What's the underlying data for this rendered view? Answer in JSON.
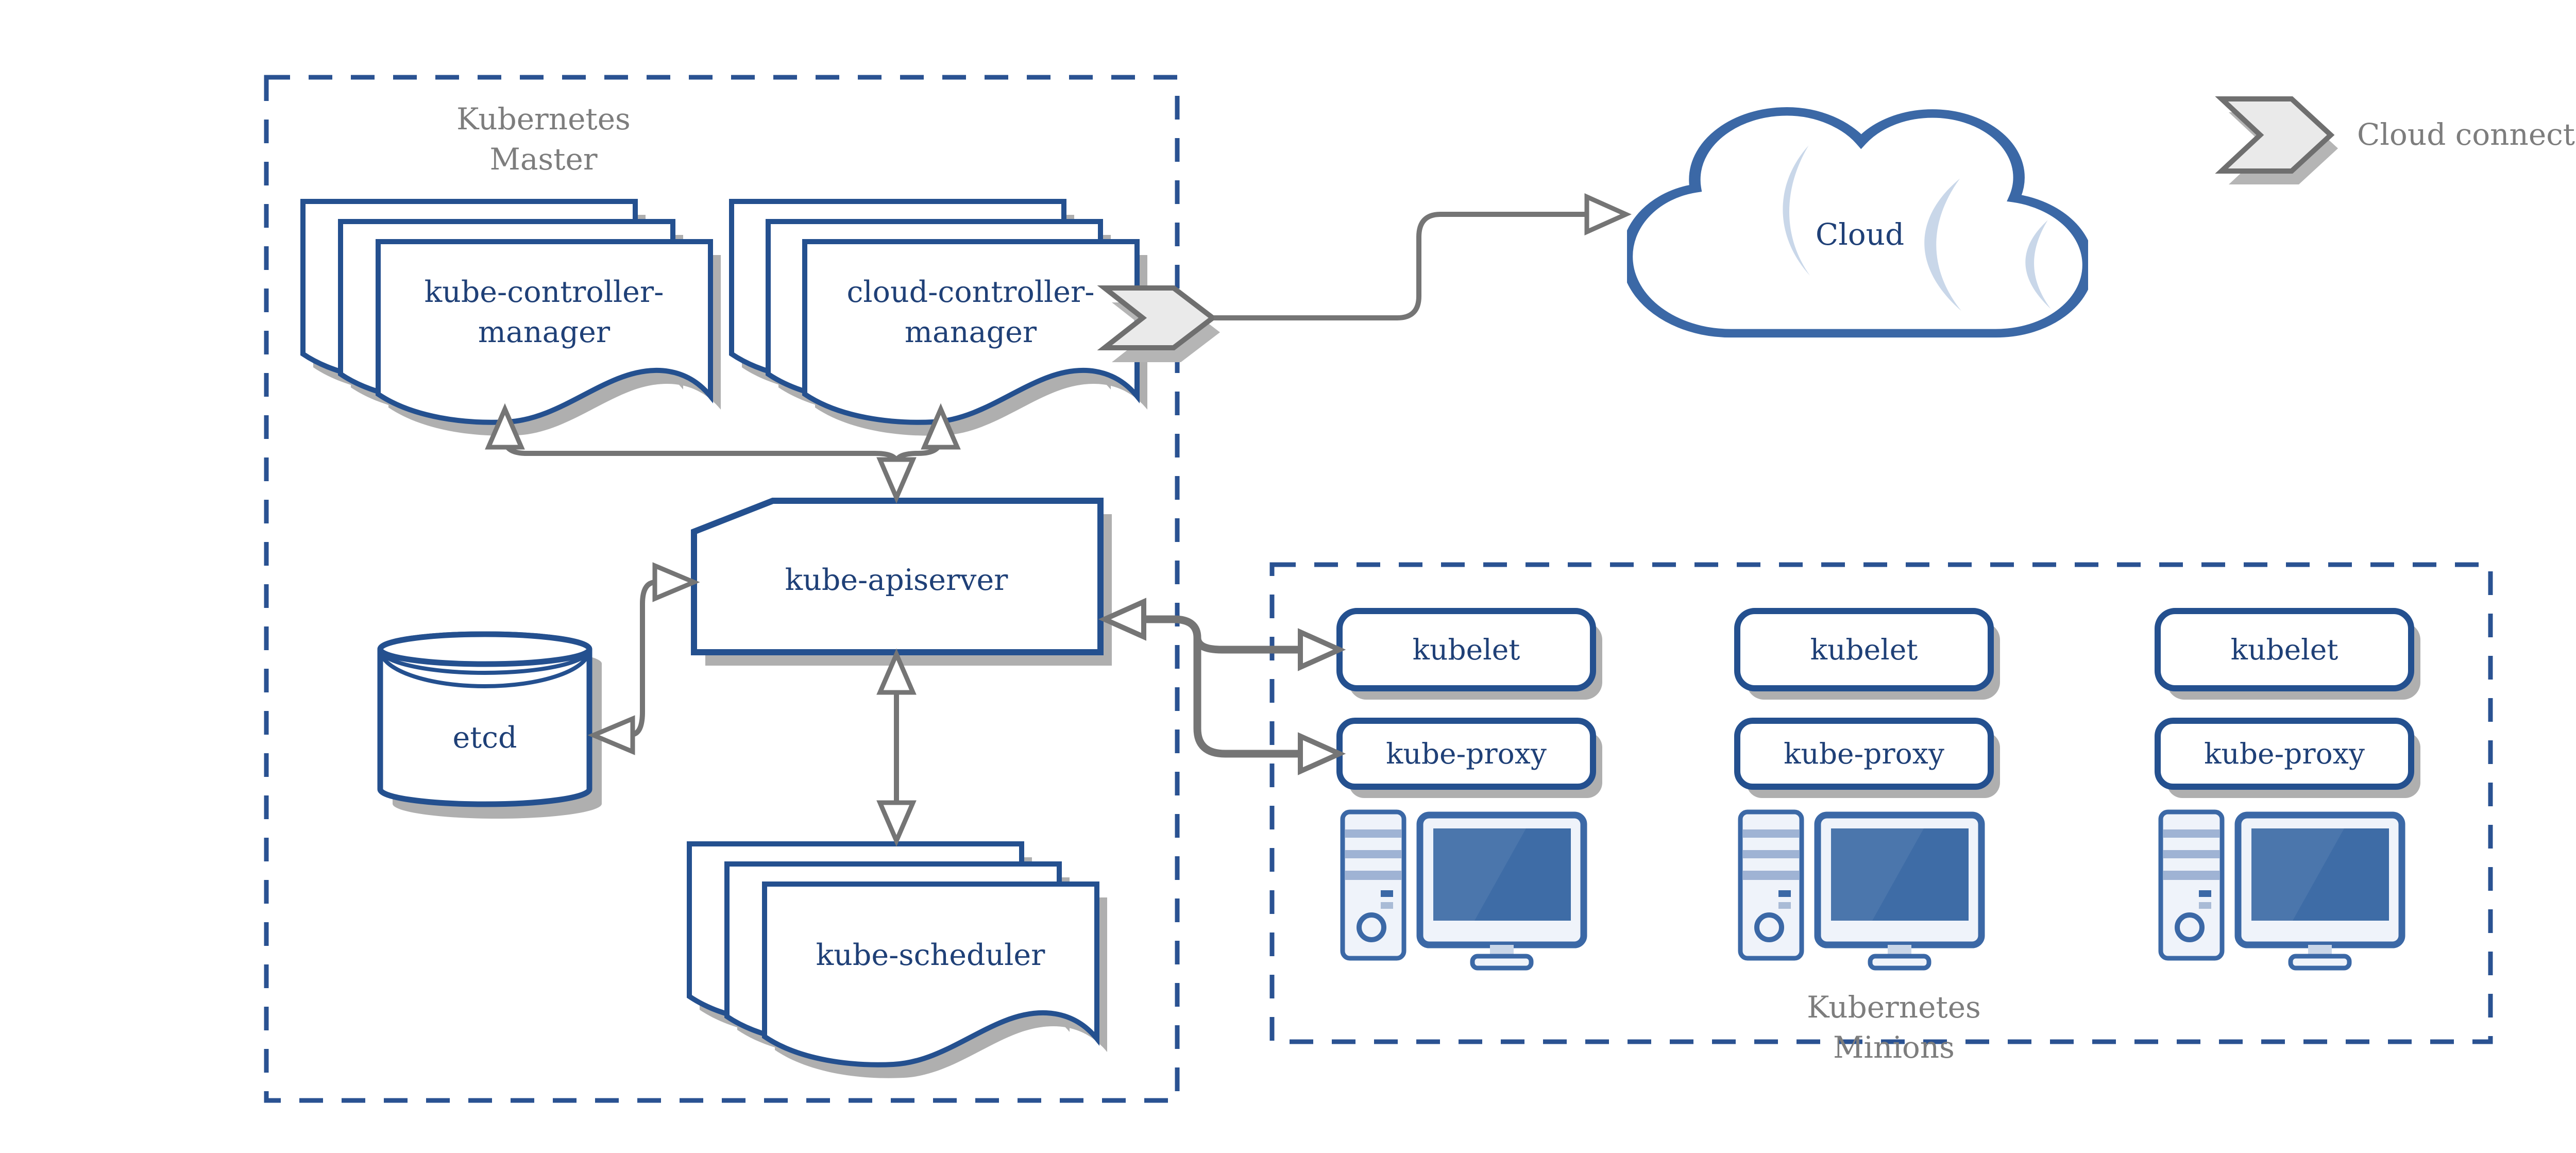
{
  "master": {
    "title_line1": "Kubernetes",
    "title_line2": "Master",
    "kube_controller_manager_line1": "kube-controller-",
    "kube_controller_manager_line2": "manager",
    "cloud_controller_manager_line1": "cloud-controller-",
    "cloud_controller_manager_line2": "manager",
    "kube_apiserver": "kube-apiserver",
    "etcd": "etcd",
    "kube_scheduler": "kube-scheduler"
  },
  "cloud": {
    "label": "Cloud"
  },
  "legend": {
    "cloud_connector": "Cloud connector"
  },
  "minions": {
    "title_line1": "Kubernetes",
    "title_line2": "Minions",
    "nodes": [
      {
        "kubelet": "kubelet",
        "kube_proxy": "kube-proxy"
      },
      {
        "kubelet": "kubelet",
        "kube_proxy": "kube-proxy"
      },
      {
        "kubelet": "kubelet",
        "kube_proxy": "kube-proxy"
      }
    ]
  },
  "colors": {
    "shape_border_navy": "#24508F",
    "label_navy": "#1F4077",
    "steel_blue": "#3B68A6",
    "screen_blue": "#3E6CA6",
    "dashed_border_blue": "#2A5292",
    "arrow_gray": "#757575",
    "muted_text_gray": "#7D7D7D",
    "chevron_fill": "#EAEAEA",
    "shadow_gray": "#AFAFAF",
    "highlight_light_blue": "#C9D7E9"
  }
}
